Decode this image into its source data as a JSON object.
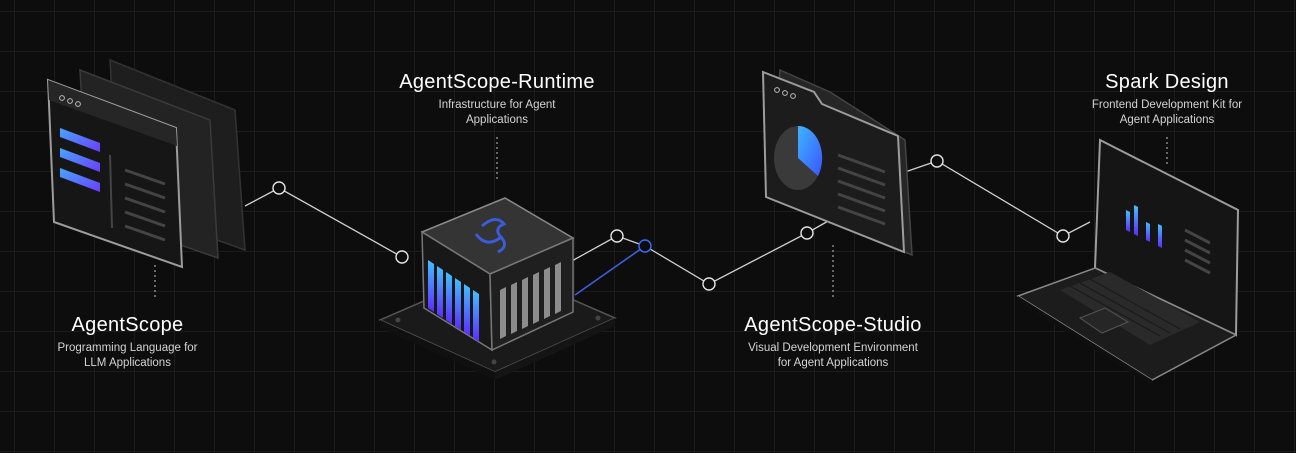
{
  "components": [
    {
      "id": "agentscope",
      "title": "AgentScope",
      "subtitle_lines": [
        "Programming Language for",
        "LLM Applications"
      ],
      "icon": "browser-window-stack-icon"
    },
    {
      "id": "runtime",
      "title": "AgentScope-Runtime",
      "subtitle_lines": [
        "Infrastructure for Agent",
        "Applications"
      ],
      "icon": "server-cube-icon"
    },
    {
      "id": "studio",
      "title": "AgentScope-Studio",
      "subtitle_lines": [
        "Visual Development Environment",
        "for Agent Applications"
      ],
      "icon": "folder-window-icon"
    },
    {
      "id": "spark",
      "title": "Spark Design",
      "subtitle_lines": [
        "Frontend Development Kit for",
        "Agent Applications"
      ],
      "icon": "laptop-icon"
    }
  ],
  "colors": {
    "background": "#0d0d0d",
    "grid": "#1c1c1c",
    "accent_blue": "#3b6cff",
    "accent_purple": "#7b4dff",
    "line": "#d0d0d0"
  }
}
